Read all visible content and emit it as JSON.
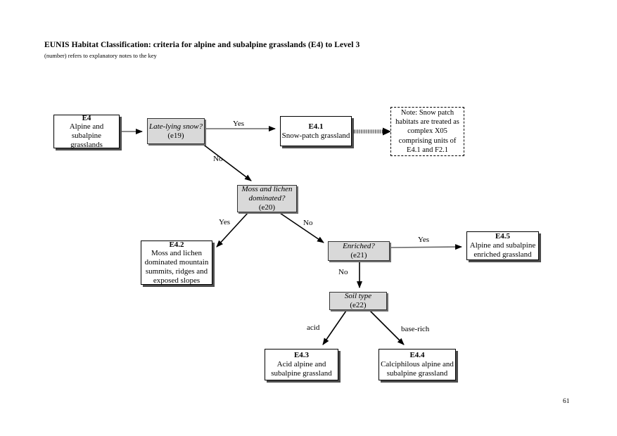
{
  "page": {
    "title": "EUNIS Habitat Classification: criteria for alpine and subalpine grasslands (E4) to Level 3",
    "subtitle": "(number) refers to explanatory notes to the key",
    "page_number": "61"
  },
  "colors": {
    "decision_fill": "#d9d9d9",
    "result_fill": "#ffffff",
    "box_border": "#000000",
    "box_shadow": "#4d4d4d",
    "arrow_gray": "#666666",
    "arrow_black": "#000000"
  },
  "nodes": {
    "e4": {
      "code": "E4",
      "label": "Alpine and subalpine grasslands"
    },
    "snow_q": {
      "question": "Late-lying snow?",
      "ref": "(e19)"
    },
    "e41": {
      "code": "E4.1",
      "label": "Snow-patch grassland"
    },
    "note": {
      "text": "Note: Snow patch habitats are treated as complex X05 comprising units of E4.1 and F2.1"
    },
    "moss_q": {
      "question": "Moss and lichen dominated?",
      "ref": "(e20)"
    },
    "e42": {
      "code": "E4.2",
      "label": "Moss and lichen dominated mountain summits, ridges and exposed slopes"
    },
    "enriched_q": {
      "question": "Enriched?",
      "ref": "(e21)"
    },
    "e45": {
      "code": "E4.5",
      "label": "Alpine and subalpine enriched grassland"
    },
    "soil_q": {
      "question": "Soil type",
      "ref": "(e22)"
    },
    "e43": {
      "code": "E4.3",
      "label": "Acid alpine and subalpine grassland"
    },
    "e44": {
      "code": "E4.4",
      "label": "Calciphilous alpine and subalpine grassland"
    }
  },
  "edge_labels": {
    "snow_yes": "Yes",
    "snow_no": "No",
    "moss_yes": "Yes",
    "moss_no": "No",
    "enriched_yes": "Yes",
    "enriched_no": "No",
    "soil_acid": "acid",
    "soil_base": "base-rich"
  }
}
